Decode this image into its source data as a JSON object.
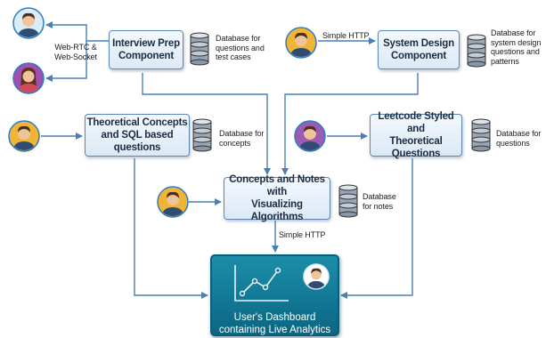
{
  "components": {
    "interview_prep": "Interview Prep\nComponent",
    "system_design": "System Design\nComponent",
    "theoretical_sql": "Theoretical Concepts\nand SQL based questions",
    "leetcode": "Leetcode Styled and\nTheoretical Questions",
    "concepts_notes": "Concepts and Notes with\nVisualizing Algorithms"
  },
  "databases": {
    "interview_prep": "Database for\nquestions and\ntest cases",
    "system_design": "Database for\nsystem design\nquestions and\npatterns",
    "theoretical_sql": "Database for\nconcepts",
    "leetcode": "Database for\nquestions",
    "concepts_notes": "Database\nfor notes"
  },
  "connections": {
    "webrtc": "Web-RTC &\nWeb-Socket",
    "http_top": "Simple HTTP",
    "http_bottom": "Simple HTTP"
  },
  "dashboard": {
    "label": "User's Dashboard\ncontaining Live Analytics"
  },
  "icons": {
    "user": "user-avatar-icon",
    "database": "database-icon",
    "analytics": "line-chart-icon"
  },
  "colors": {
    "box_border": "#5b87b5",
    "arrow": "#4a7fb5",
    "dashboard": "#117896",
    "avatar_ring": "#2e7dbf",
    "male_bg": "#f2b437",
    "female_bg": "#a14fb0"
  }
}
